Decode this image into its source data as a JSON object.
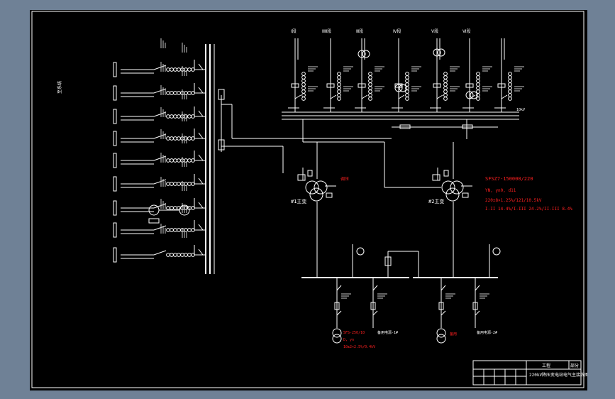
{
  "red_labels": {
    "transformer_model": "SFSZ7-150000/220",
    "rated_mva": "YN, yn0, d11",
    "voltage_ratio": "220±8×1.25%/121/10.5kV",
    "impedance": "I-II 14.4%/I-III 24.2%/II-III 8.4%",
    "tap_note": "调压",
    "station_transformer_model": "SFS-250/10",
    "station_transformer_conn": "D, yn",
    "station_transformer_ratio": "10±2×2.5%/0.4kV",
    "station_note": "备用"
  },
  "white_labels": {
    "main_transformer_1": "#1主变",
    "main_transformer_2": "#2主变",
    "bus_label": "10kV",
    "top_lines": [
      "Ⅰ段",
      "ⅡⅢ段",
      "Ⅲ段",
      "Ⅳ段",
      "Ⅴ段",
      "Ⅵ段"
    ],
    "left_side_note": "至系统",
    "station_feeder_1": "备用电源-1#",
    "station_feeder_2": "备用电源-2#"
  },
  "title_block": {
    "project_label": "工程",
    "sheet_label": "部分",
    "drawing_title": "220kV降压变电站电气主接线图"
  }
}
